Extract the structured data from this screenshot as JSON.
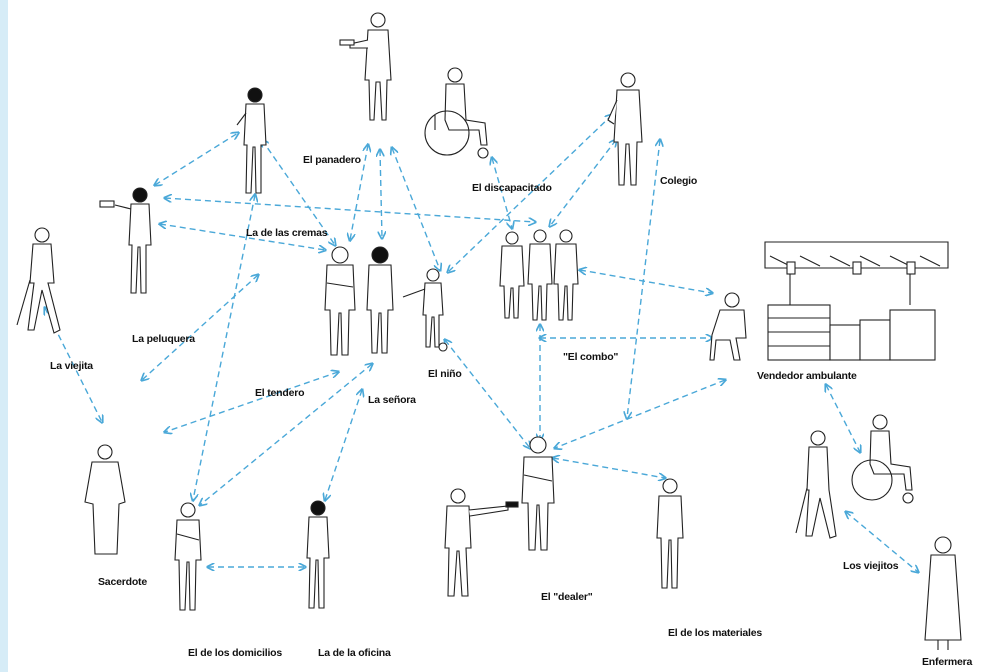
{
  "colors": {
    "arrow": "#4aa8d8",
    "figure_stroke": "#222222",
    "left_bar": "#d6ecf7"
  },
  "labels": {
    "panadero": "El panadero",
    "discapacitado": "El discapacitado",
    "colegio": "Colegio",
    "cremas": "La de las cremas",
    "peluquera": "La peluquera",
    "viejita": "La viejita",
    "tendero": "El tendero",
    "senora": "La señora",
    "nino": "El niño",
    "combo": "\"El combo\"",
    "vendedor": "Vendedor ambulante",
    "sacerdote": "Sacerdote",
    "dealer": "El \"dealer\"",
    "materiales": "El de los materiales",
    "domicilios": "El de los domicilios",
    "oficina": "La de la oficina",
    "viejitos": "Los viejitos",
    "enfermera": "Enfermera"
  },
  "figures": [
    "panadero",
    "discapacitado",
    "colegio",
    "cremas",
    "peluquera",
    "viejita",
    "tendero",
    "senora",
    "nino",
    "combo-1",
    "combo-2",
    "combo-3",
    "vendedor",
    "sacerdote",
    "dealer",
    "shooter",
    "materiales",
    "domicilios",
    "oficina",
    "viejito",
    "viejita-2",
    "enfermera"
  ],
  "arrows": [
    [
      "peluquera",
      "cremas"
    ],
    [
      "peluquera",
      "tendero"
    ],
    [
      "cremas",
      "tendero"
    ],
    [
      "panadero",
      "tendero"
    ],
    [
      "panadero",
      "senora"
    ],
    [
      "panadero",
      "nino"
    ],
    [
      "discapacitado",
      "combo"
    ],
    [
      "colegio",
      "nino"
    ],
    [
      "colegio",
      "combo"
    ],
    [
      "combo",
      "vendedor"
    ],
    [
      "combo",
      "dealer"
    ],
    [
      "vendedor",
      "dealer"
    ],
    [
      "vendedor",
      "viejitos"
    ],
    [
      "viejita",
      "sacerdote"
    ],
    [
      "tendero",
      "sacerdote"
    ],
    [
      "senora",
      "domicilios"
    ],
    [
      "senora",
      "oficina"
    ],
    [
      "domicilios",
      "oficina"
    ],
    [
      "nino",
      "dealer"
    ],
    [
      "dealer",
      "materiales"
    ],
    [
      "viejitos",
      "enfermera"
    ],
    [
      "tendero",
      "peluquera"
    ]
  ]
}
